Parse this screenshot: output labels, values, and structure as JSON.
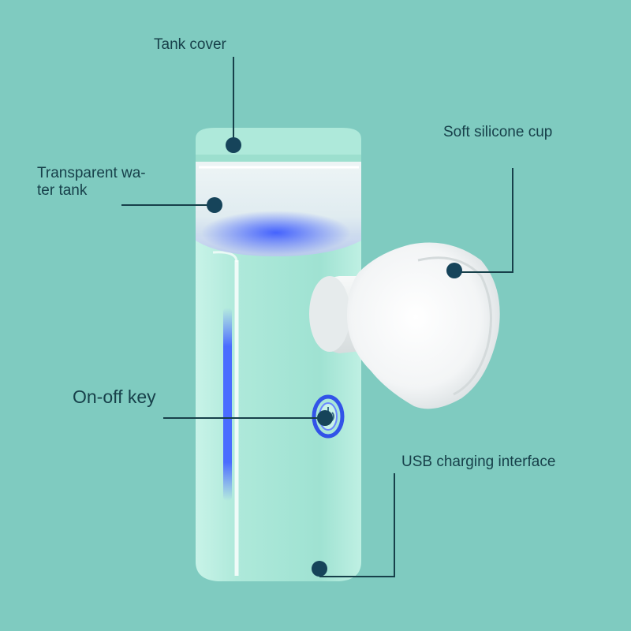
{
  "background": "#7fcbc0",
  "line_color": "#17404a",
  "dot_color": "#16445a",
  "device_color": "#a9e7d8",
  "labels": {
    "tank_cover": "Tank cover",
    "water_tank_line1": "Transparent wa-",
    "water_tank_line2": "ter tank",
    "silicone_cup": "Soft silicone cup",
    "on_off_key": "On-off key",
    "usb_interface": "USB charging interface"
  },
  "icons": [
    "power-icon"
  ]
}
